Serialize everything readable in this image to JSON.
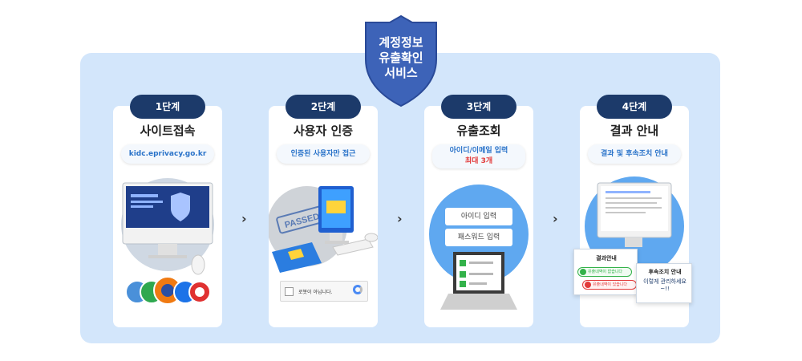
{
  "shield": {
    "lines": [
      "계정정보",
      "유출확인",
      "서비스"
    ]
  },
  "steps": [
    {
      "badge": "1단계",
      "title": "사이트접속",
      "pill": "kidc.eprivacy.go.kr"
    },
    {
      "badge": "2단계",
      "title": "사용자 인증",
      "pill": "인증된 사용자만 접근",
      "captcha": "로봇이 아닙니다.",
      "stamp": "PASSED"
    },
    {
      "badge": "3단계",
      "title": "유출조회",
      "pill": "아이디/이메일 입력",
      "pill_sub": "최대 3개",
      "fields": [
        "아이디 입력",
        "패스워드 입력"
      ]
    },
    {
      "badge": "4단계",
      "title": "결과 안내",
      "pill": "결과 및 후속조치 안내",
      "result_title": "결과안내",
      "result_ok": "유출내역이 없습니다",
      "result_bad": "유출내역이 있습니다",
      "follow_title": "후속조치 안내",
      "follow_text": "이렇게 관리하세요~!!"
    }
  ],
  "arrow_symbol": "›",
  "colors": {
    "panel": "#d3e6fb",
    "badge": "#1c3a6a",
    "accent": "#2a73c9",
    "warn": "#e23a3a"
  }
}
